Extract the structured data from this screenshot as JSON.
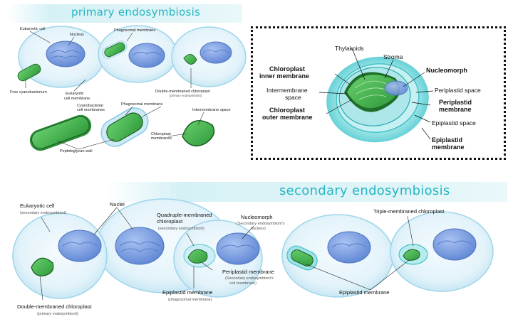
{
  "colors": {
    "title": "#26b5c4",
    "band": "#d6f1f6",
    "cell_membrane": "#a9dcef",
    "cytoplasm": "#e6f5fb",
    "nucleus": "#7a9fe2",
    "chloroplast": "#3fb24d",
    "chloroplast_dark": "#1f6e2a",
    "epiplastid": "#5fd3d8"
  },
  "primary": {
    "title": "primary endosymbiosis",
    "labels": {
      "eukaryotic_cell": "Eukaryotic cell",
      "nucleus": "Nucleus",
      "phagosomal_membrane_1": "Phagosomal membrane",
      "free_cyanobacterium": "Free cyanobacterium",
      "eukaryotic_cell_membrane_1": "Eukaryotic",
      "eukaryotic_cell_membrane_2": "cell membrane",
      "double_membraned_chloroplast": "Double-membraned chloroplast",
      "primary_endosymbiont": "(primary endosymbiont)",
      "cyanobacterial_membranes_1": "Cyanobacterial",
      "cyanobacterial_membranes_2": "cell membranes",
      "phagosomal_membrane_2": "Phagosomal membrane",
      "intermembrane_space": "Intermembrane space",
      "chloroplast_membranes_1": "Chloroplast",
      "chloroplast_membranes_2": "membranes",
      "peptidoglycan_wall": "Peptidoglycan wall"
    }
  },
  "detail": {
    "labels": {
      "thylakoids": "Thylakoids",
      "stroma": "Stroma",
      "chloroplast_inner_membrane_1": "Chloroplast",
      "chloroplast_inner_membrane_2": "inner membrane",
      "nucleomorph": "Nucleomorph",
      "intermembrane_space_1": "Intermembrane",
      "intermembrane_space_2": "space",
      "periplastid_space": "Periplastid space",
      "periplastid_membrane_1": "Periplastid",
      "periplastid_membrane_2": "membrane",
      "chloroplast_outer_membrane_1": "Chloroplast",
      "chloroplast_outer_membrane_2": "outer membrane",
      "epiplastid_space": "Epiplastid space",
      "epiplastid_membrane_1": "Epiplastid",
      "epiplastid_membrane_2": "membrane"
    }
  },
  "secondary": {
    "title": "secondary endosymbiosis",
    "labels": {
      "eukaryotic_cell": "Eukaryotic cell",
      "secondary_endosymbiont": "(secondary endosymbiont)",
      "nuclei": "Nuclei",
      "quadruple_1": "Quadruple-membraned",
      "quadruple_2": "chloroplast",
      "quadruple_3": "(secondary endosymbiont)",
      "nucleomorph": "Nucleomorph",
      "nucleomorph_sub_1": "(Secondary endosymbiont's",
      "nucleomorph_sub_2": "nucleus)",
      "triple_membraned": "Triple-membraned chloroplast",
      "periplastid_membrane": "Periplastid membrane",
      "periplastid_sub_1": "(Secondary endosymbiont's",
      "periplastid_sub_2": "cell membrane)",
      "double_membraned": "Double-membraned chloroplast",
      "primary_endosymbiont": "(primary endosymbiont)",
      "epiplastid_membrane": "Epiplastid membrane",
      "phagosomal_membrane": "(phagosomal membrane)",
      "epiplastid_membrane_right": "Epiplastid membrane"
    }
  }
}
